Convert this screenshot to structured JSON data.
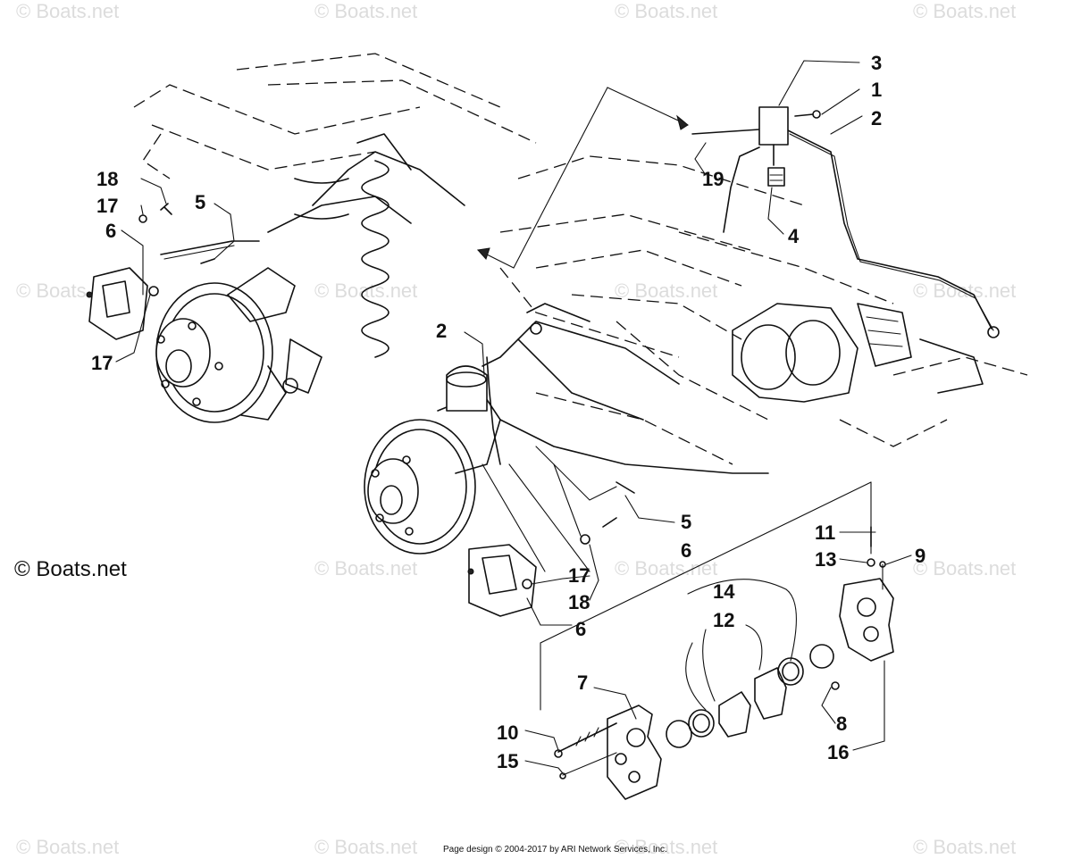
{
  "watermark": {
    "text": "© Boats.net"
  },
  "brand_label": "© Boats.net",
  "footer": {
    "credit": "Page design © 2004-2017 by ARI Network Services, Inc."
  },
  "callouts": {
    "c3": "3",
    "c1": "1",
    "c2_top": "2",
    "c19": "19",
    "c4": "4",
    "c18_top": "18",
    "c17_top": "17",
    "c5_left": "5",
    "c6_left": "6",
    "c17_left": "17",
    "c2_mid": "2",
    "c5_mid": "5",
    "c6_mid": "6",
    "c17_mid": "17",
    "c18_mid": "18",
    "c6_bottom": "6",
    "c11": "11",
    "c9": "9",
    "c13": "13",
    "c14": "14",
    "c12": "12",
    "c7": "7",
    "c8": "8",
    "c16": "16",
    "c10": "10",
    "c15": "15"
  }
}
